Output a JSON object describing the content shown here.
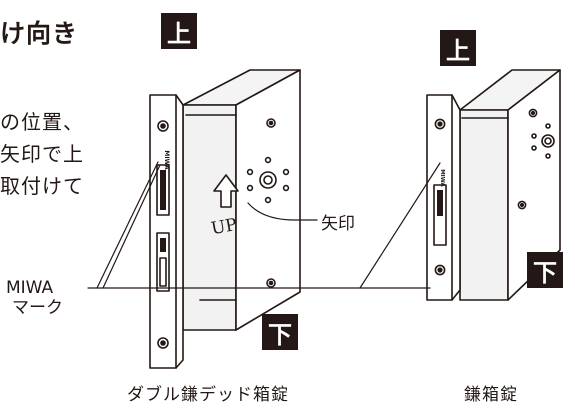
{
  "heading": "け向き",
  "body_lines": [
    "の位置、",
    "矢印で上",
    "取付けて"
  ],
  "top_label": "上",
  "bottom_label": "下",
  "brand_engraving": "MIWA",
  "arrow_label": "UP",
  "callout_arrow": "矢印",
  "callout_miwa": [
    "MIWA",
    "マーク"
  ],
  "caption_left": "ダブル鎌デッド箱錠",
  "caption_right": "鎌箱錠"
}
